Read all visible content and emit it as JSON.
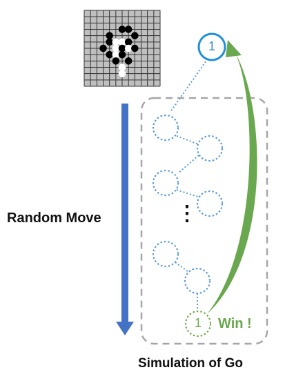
{
  "labels": {
    "random_move": "Random Move",
    "simulation": "Simulation of Go",
    "win": "Win !",
    "ellipsis": "⋮"
  },
  "root_node": {
    "value": "1"
  },
  "leaf_node": {
    "value": "1"
  },
  "colors": {
    "blue_arrow": "#4472c4",
    "root_circle": "#1f8fd8",
    "dotted_node": "#5b9bd5",
    "leaf_node": "#70ad47",
    "win_arrow": "#6aa84f",
    "dashed_box": "#a6a6a6",
    "board_bg": "#bfbfbf",
    "board_grid": "#333333"
  }
}
